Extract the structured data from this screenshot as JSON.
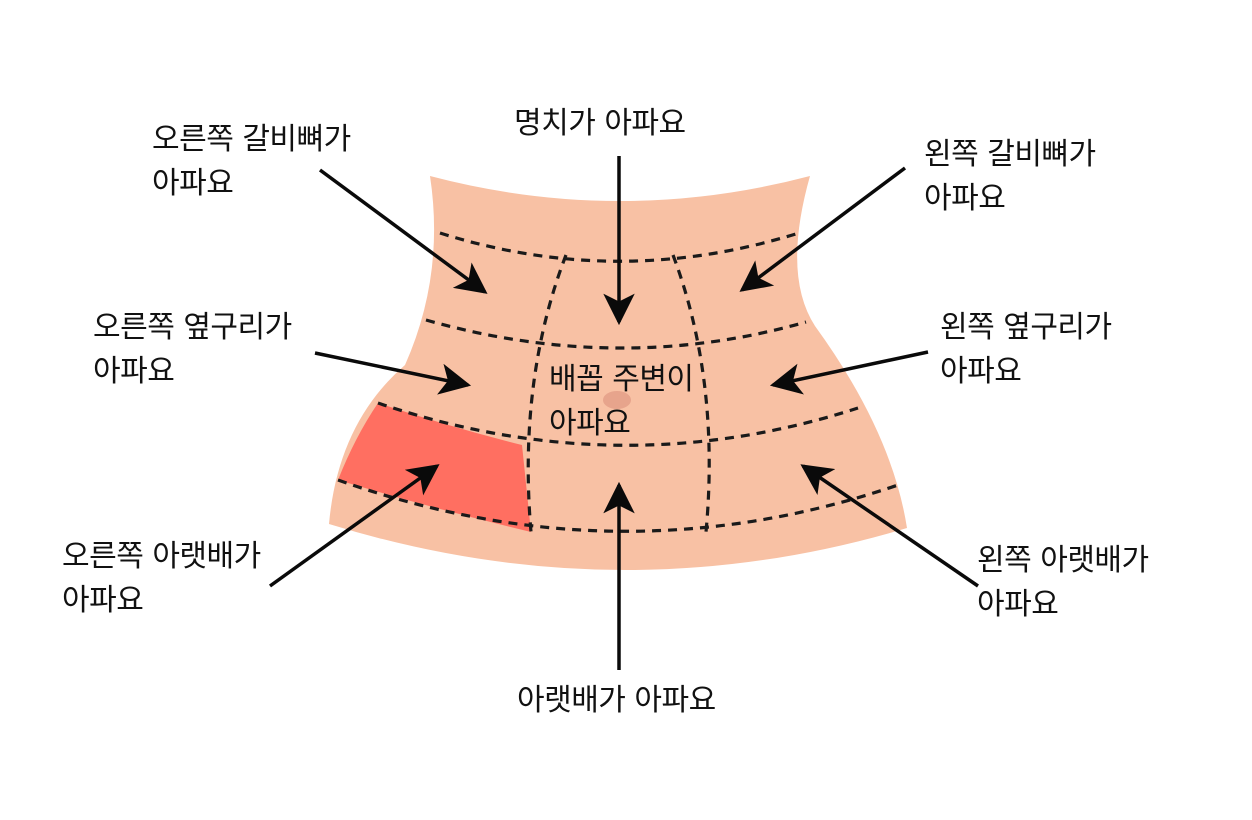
{
  "colors": {
    "skin": "#F8C1A4",
    "highlight": "#FF6F61",
    "navel": "#E7A48C",
    "line": "#1a1a1a",
    "text": "#111111"
  },
  "highlighted_region": "right-lower-abdomen",
  "labels": {
    "epigastric": "명치가 아파요",
    "right_upper": {
      "line1": "오른쪽 갈비뼈가",
      "line2": "아파요"
    },
    "left_upper": {
      "line1": "왼쪽 갈비뼈가",
      "line2": "아파요"
    },
    "right_flank": {
      "line1": "오른쪽 옆구리가",
      "line2": "아파요"
    },
    "left_flank": {
      "line1": "왼쪽 옆구리가",
      "line2": "아파요"
    },
    "umbilical": {
      "line1": "배꼽 주변이",
      "line2": "아파요"
    },
    "right_lower": {
      "line1": "오른쪽 아랫배가",
      "line2": "아파요"
    },
    "left_lower": {
      "line1": "왼쪽 아랫배가",
      "line2": "아파요"
    },
    "hypogastric": "아랫배가 아파요"
  }
}
